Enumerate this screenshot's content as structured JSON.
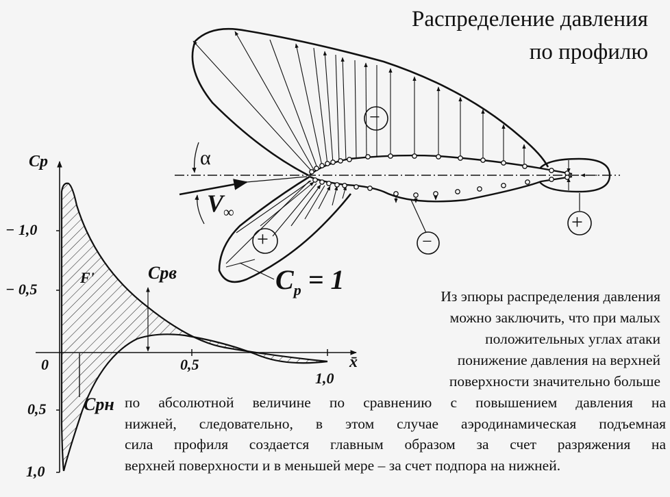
{
  "title": {
    "line1": "Распределение давления",
    "line2": "по профилю"
  },
  "description_right": [
    "Из эпюры распределения давления",
    "можно заключить, что при малых",
    "положительных углах атаки",
    "понижение давления на верхней",
    "поверхности значительно больше"
  ],
  "description_bottom": [
    "по абсолютной величине по сравнению с повышением давления на",
    "нижней, следовательно, в этом случае аэродинамическая подъемная",
    "сила профиля создается главным образом за счет разряжения на",
    "верхней поверхности и в меньшей мере – за счет подпора на нижней."
  ],
  "profile_diagram": {
    "angle_label": "α",
    "velocity_label": "V",
    "velocity_subscript": "∞",
    "cp_label": "C",
    "cp_subscript": "p",
    "cp_value": "= 1",
    "signs": {
      "upper_suction": "−",
      "lower_suction": "−",
      "lower_pressure": "+",
      "trailing_pressure": "+"
    }
  },
  "chart_data": {
    "type": "area",
    "title": "",
    "xlabel": "x̄",
    "ylabel": "Cp",
    "x_ticks": [
      "0",
      "0,5",
      "1,0"
    ],
    "y_ticks_negative_up": [
      "− 1,0",
      "− 0,5"
    ],
    "y_ticks_positive_down": [
      "0,5",
      "1,0"
    ],
    "y_axis_inverted": true,
    "xlim": [
      0,
      1.0
    ],
    "ylim": [
      -1.4,
      1.0
    ],
    "area_label": "F'",
    "series": [
      {
        "name": "Cpв (upper surface)",
        "x": [
          0.01,
          0.03,
          0.05,
          0.1,
          0.2,
          0.3,
          0.4,
          0.5,
          0.6,
          0.7,
          0.8,
          0.9,
          1.0
        ],
        "values": [
          -1.32,
          -1.32,
          -1.2,
          -0.98,
          -0.7,
          -0.52,
          -0.4,
          -0.32,
          -0.24,
          -0.16,
          -0.1,
          -0.05,
          -0.02
        ]
      },
      {
        "name": "Cpн (lower surface)",
        "x": [
          0.01,
          0.03,
          0.05,
          0.1,
          0.15,
          0.2,
          0.3,
          0.4,
          0.5,
          0.6,
          0.7,
          0.8,
          0.9,
          1.0
        ],
        "values": [
          0.98,
          0.75,
          0.5,
          0.25,
          0.05,
          -0.05,
          -0.12,
          -0.13,
          -0.11,
          -0.06,
          0.0,
          0.03,
          0.03,
          0.02
        ]
      }
    ],
    "labels": [
      "Cpв",
      "Cpн"
    ],
    "grid": false,
    "legend": "inline labels"
  }
}
